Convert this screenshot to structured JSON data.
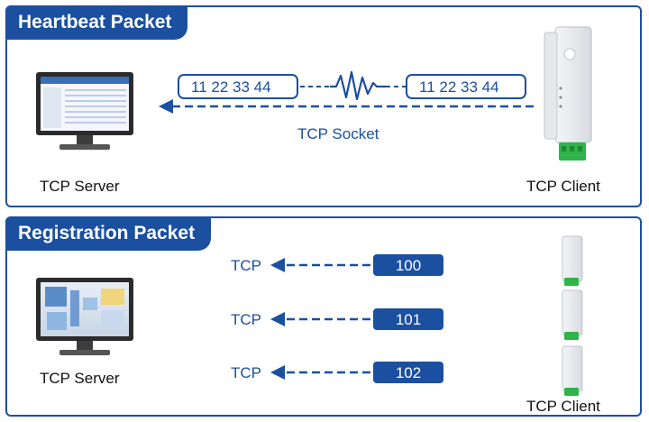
{
  "heartbeat": {
    "title": "Heartbeat Packet",
    "packet_left": "11  22  33  44",
    "packet_right": "11  22  33  44",
    "socket_label": "TCP Socket",
    "server_label": "TCP Server",
    "client_label": "TCP Client"
  },
  "registration": {
    "title": "Registration Packet",
    "rows": [
      {
        "protocol": "TCP",
        "id": "100"
      },
      {
        "protocol": "TCP",
        "id": "101"
      },
      {
        "protocol": "TCP",
        "id": "102"
      }
    ],
    "server_label": "TCP Server",
    "client_label": "TCP Client"
  },
  "colors": {
    "brand_blue": "#1b4fa0",
    "device_green": "#2fb34a"
  }
}
